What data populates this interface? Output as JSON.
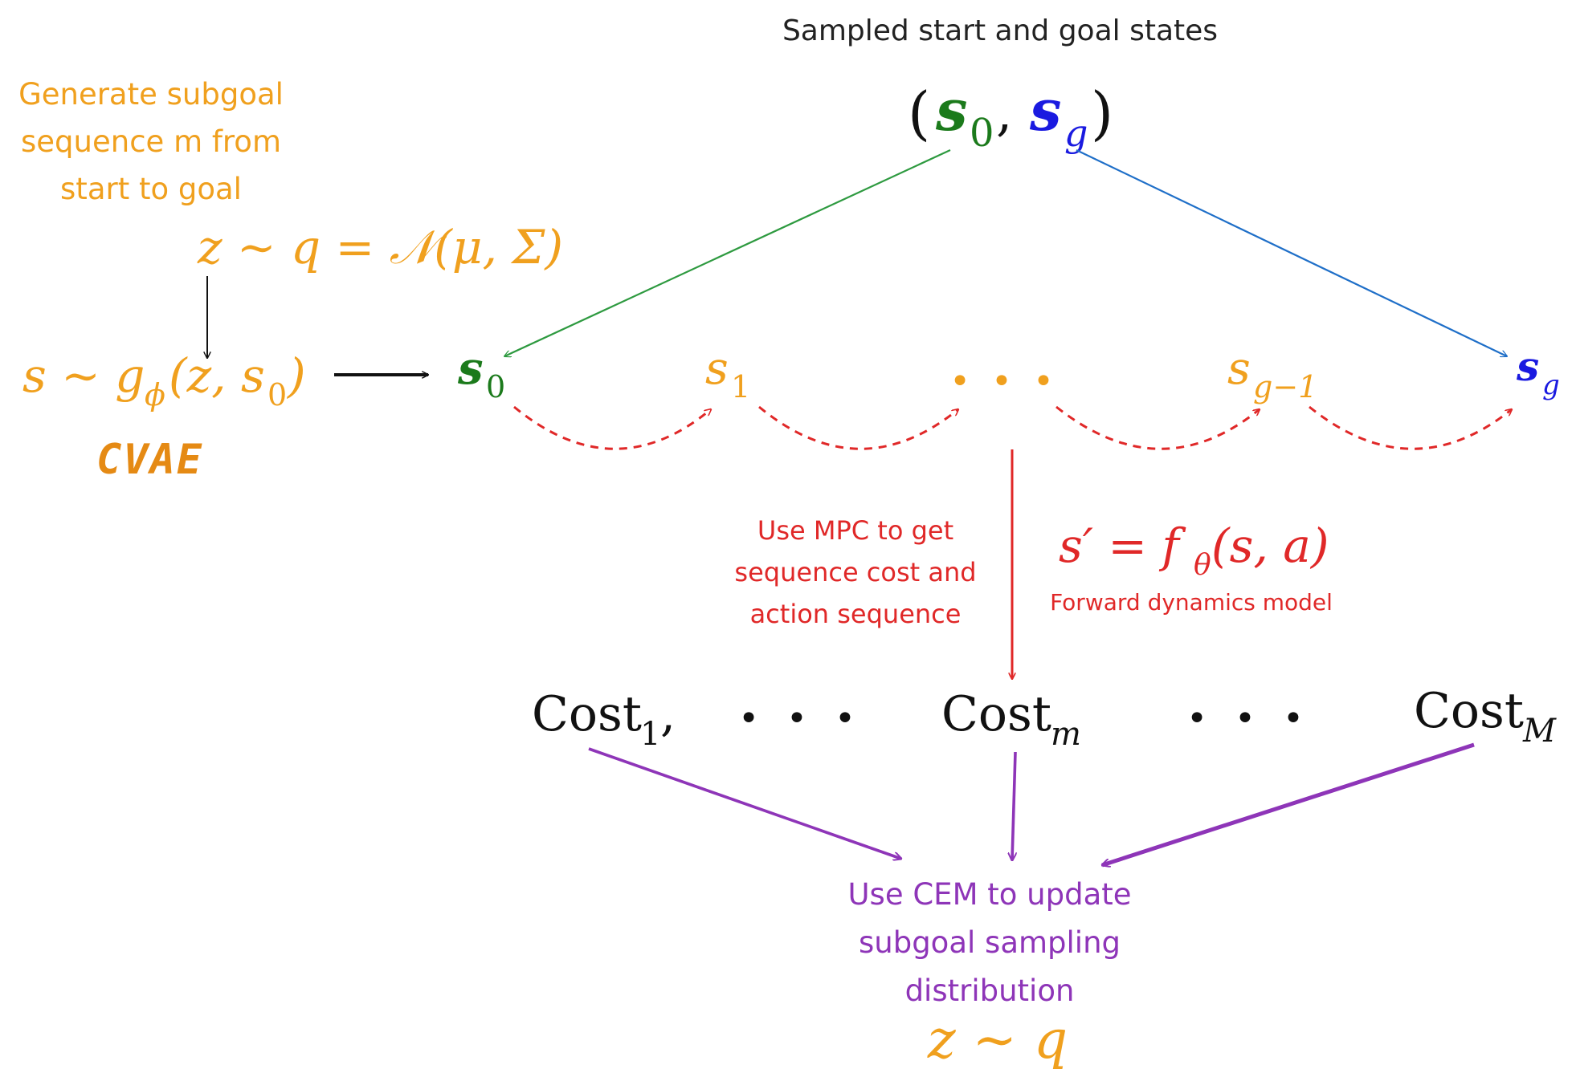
{
  "header": {
    "title": "Sampled start and goal states"
  },
  "tuple": {
    "open": "(",
    "s": "s",
    "zero": "0",
    "comma": ",",
    "g": "g",
    "close": ")"
  },
  "left": {
    "description_lines": [
      "Generate subgoal",
      "sequence m from",
      "start to goal"
    ],
    "latent_equation": "z ∼ q = 𝒩(μ, Σ)",
    "generator_lhs": "s ∼ g",
    "generator_sub": "ϕ",
    "generator_rhs": "(z, s",
    "generator_rhs_sub": "0",
    "generator_close": ")",
    "model_label": "CVAE"
  },
  "chain": {
    "s0_base": "s",
    "s0_sub": "0",
    "s1_base": "s",
    "s1_sub": "1",
    "dots": "• • •",
    "sg1_base": "s",
    "sg1_sub": "g−1",
    "sg_base": "s",
    "sg_sub": "g"
  },
  "mpc": {
    "description_lines": [
      "Use MPC to get",
      "sequence cost and",
      "action sequence"
    ],
    "dynamics_lhs": "s′ = f",
    "dynamics_sub": "θ",
    "dynamics_rhs": "(s, a)",
    "dynamics_label": "Forward dynamics model"
  },
  "costs": {
    "cost1_base": "Cost",
    "cost1_sub": "1",
    "cost1_comma": ",",
    "dots_left": "• • •",
    "costm_base": "Cost",
    "costm_sub": "m",
    "dots_right": "• • •",
    "costM_base": "Cost",
    "costM_sub": "M"
  },
  "cem": {
    "description_lines": [
      "Use CEM to update",
      "subgoal sampling",
      "distribution"
    ],
    "equation": "z ∼ q"
  },
  "colors": {
    "orange": "#f0a01e",
    "cvae_orange": "#e58a14",
    "green": "#1b7a1b",
    "green_arrow": "#2e9a40",
    "blue": "#1a1ae0",
    "blue_arrow": "#1f6fc8",
    "red": "#e02828",
    "purple": "#8e35b8",
    "black": "#111111"
  }
}
